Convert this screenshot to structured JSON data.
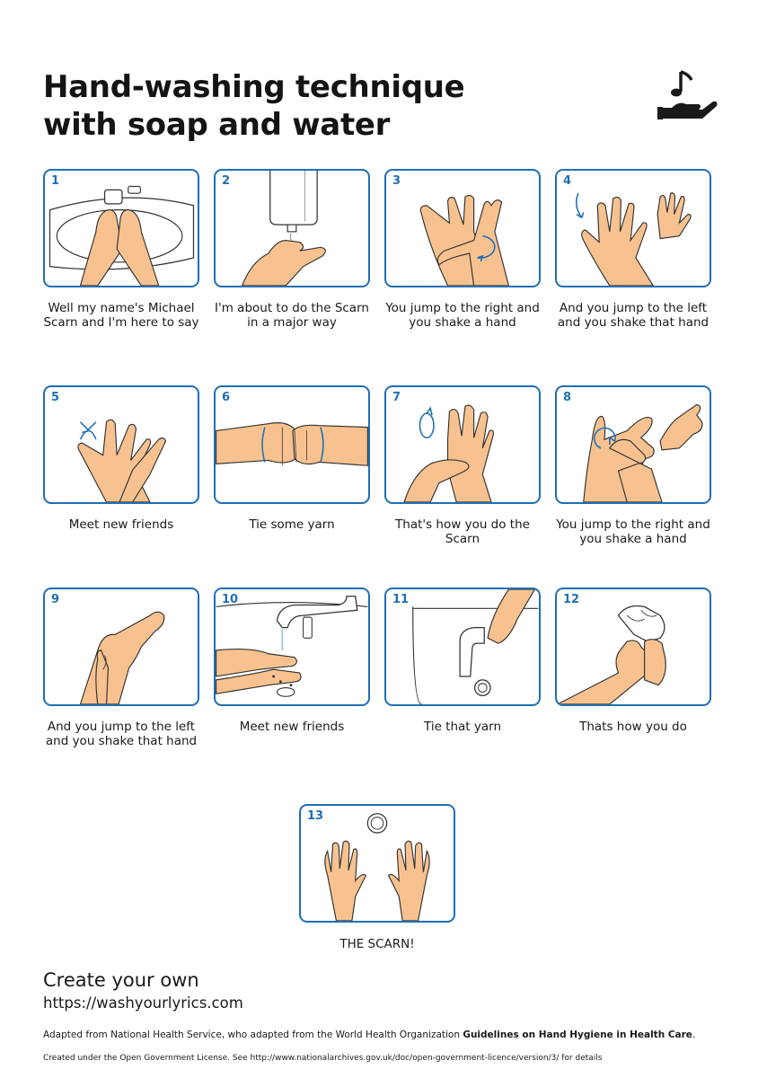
{
  "title": {
    "line1": "Hand-washing technique",
    "line2": "with soap and water"
  },
  "logo_icon": "hand-with-music-note-icon",
  "accent_color": "#1f6fb5",
  "skin_color": "#f7c28f",
  "steps": [
    {
      "num": "1",
      "caption": "Well my name's Michael Scarn and I'm here to say"
    },
    {
      "num": "2",
      "caption": "I'm about to do the Scarn in a major way"
    },
    {
      "num": "3",
      "caption": "You jump to the right and you shake a hand"
    },
    {
      "num": "4",
      "caption": "And you jump to the left and you shake that hand"
    },
    {
      "num": "5",
      "caption": "Meet new friends"
    },
    {
      "num": "6",
      "caption": "Tie some yarn"
    },
    {
      "num": "7",
      "caption": "That's how you do the Scarn"
    },
    {
      "num": "8",
      "caption": "You jump to the right and you shake a hand"
    },
    {
      "num": "9",
      "caption": "And you jump to the left and you shake that hand"
    },
    {
      "num": "10",
      "caption": "Meet new friends"
    },
    {
      "num": "11",
      "caption": "Tie that yarn"
    },
    {
      "num": "12",
      "caption": "Thats how you do"
    },
    {
      "num": "13",
      "caption": "THE SCARN!"
    }
  ],
  "footer": {
    "cta": "Create your own",
    "url": "https://washyourlyrics.com",
    "credit_prefix": "Adapted from National Health Service, who adapted from the World Health Organization ",
    "credit_bold": "Guidelines on Hand Hygiene in Health Care",
    "credit_suffix": ".",
    "license": "Created under the Open Government License. See http://www.nationalarchives.gov.uk/doc/open-government-licence/version/3/ for details"
  }
}
